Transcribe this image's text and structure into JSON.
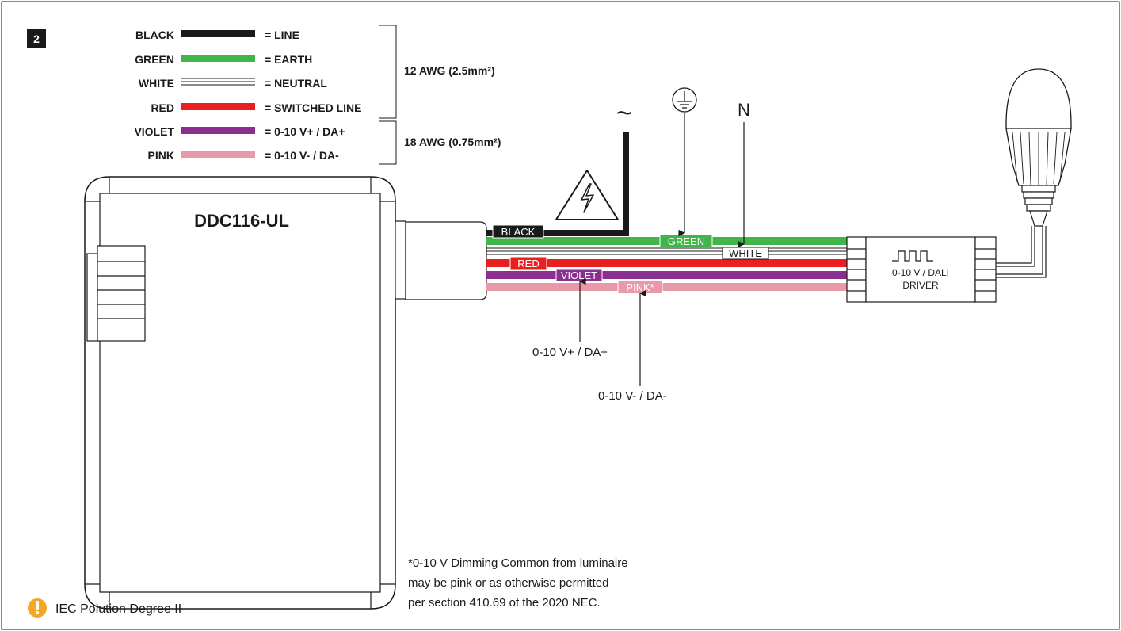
{
  "step_number": "2",
  "legend": {
    "rows": [
      {
        "color_name": "BLACK",
        "meaning": "= LINE",
        "swatch": "#1a1a1a"
      },
      {
        "color_name": "GREEN",
        "meaning": "= EARTH",
        "swatch": "#3fb54a"
      },
      {
        "color_name": "WHITE",
        "meaning": "= NEUTRAL",
        "swatch": "#ffffff"
      },
      {
        "color_name": "RED",
        "meaning": "= SWITCHED LINE",
        "swatch": "#e8201f"
      },
      {
        "color_name": "VIOLET",
        "meaning": "= 0-10 V+ / DA+",
        "swatch": "#8b2f8e"
      },
      {
        "color_name": "PINK",
        "meaning": "= 0-10 V- / DA-",
        "swatch": "#e99aa8"
      }
    ],
    "gauge_12": "12 AWG (2.5mm²)",
    "gauge_18": "18 AWG (0.75mm²)"
  },
  "device": {
    "name": "DDC116-UL"
  },
  "wires": {
    "black": "BLACK",
    "green": "GREEN",
    "white": "WHITE",
    "red": "RED",
    "violet": "VIOLET",
    "pink": "PINK*"
  },
  "symbols": {
    "ac_symbol": "~",
    "earth_symbol": "earth-ground-icon",
    "neutral": "N",
    "hazard": "high-voltage-warning-icon"
  },
  "driver": {
    "line1": "0-10 V / DALI",
    "line2": "DRIVER"
  },
  "callouts": {
    "positive": "0-10 V+ / DA+",
    "negative": "0-10 V- / DA-"
  },
  "footnote": {
    "line1": "*0-10 V Dimming Common from luminaire",
    "line2": "may be pink or as otherwise permitted",
    "line3": "per section 410.69 of the 2020 NEC."
  },
  "notice": {
    "text": "IEC Polution Degree II",
    "icon": "warning-icon",
    "color": "#f5a623"
  }
}
